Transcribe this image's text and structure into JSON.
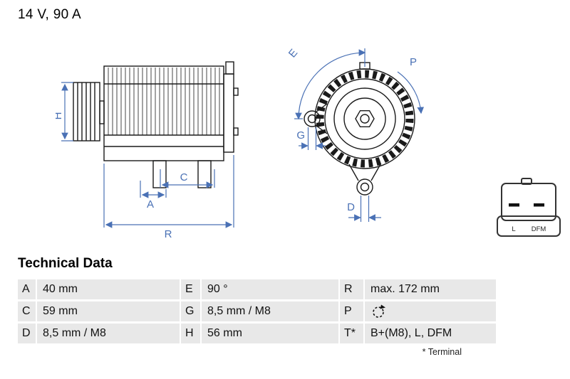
{
  "header": {
    "rating": "14 V, 90 A"
  },
  "diagram": {
    "side": {
      "h": "H",
      "a": "A",
      "c": "C",
      "r": "R"
    },
    "front": {
      "e": "E",
      "p": "P",
      "g": "G",
      "d": "D"
    }
  },
  "connector": {
    "pin1": "L",
    "pin2": "DFM"
  },
  "table": {
    "title": "Technical Data",
    "footnote": "* Terminal",
    "rows": [
      {
        "cells": [
          {
            "k": "A",
            "v": "40 mm"
          },
          {
            "k": "E",
            "v": "90 °"
          },
          {
            "k": "R",
            "v": "max. 172 mm"
          }
        ]
      },
      {
        "cells": [
          {
            "k": "C",
            "v": "59 mm"
          },
          {
            "k": "G",
            "v": "8,5 mm / M8"
          },
          {
            "k": "P",
            "v": "",
            "icon": "rotation-direction-icon"
          }
        ]
      },
      {
        "cells": [
          {
            "k": "D",
            "v": "8,5 mm / M8"
          },
          {
            "k": "H",
            "v": "56 mm"
          },
          {
            "k": "T*",
            "v": "B+(M8), L, DFM"
          }
        ]
      }
    ]
  },
  "colors": {
    "dimension_blue": "#4a71b5",
    "line_black": "#1a1a1a",
    "table_row_gray": "#e8e8e8"
  }
}
